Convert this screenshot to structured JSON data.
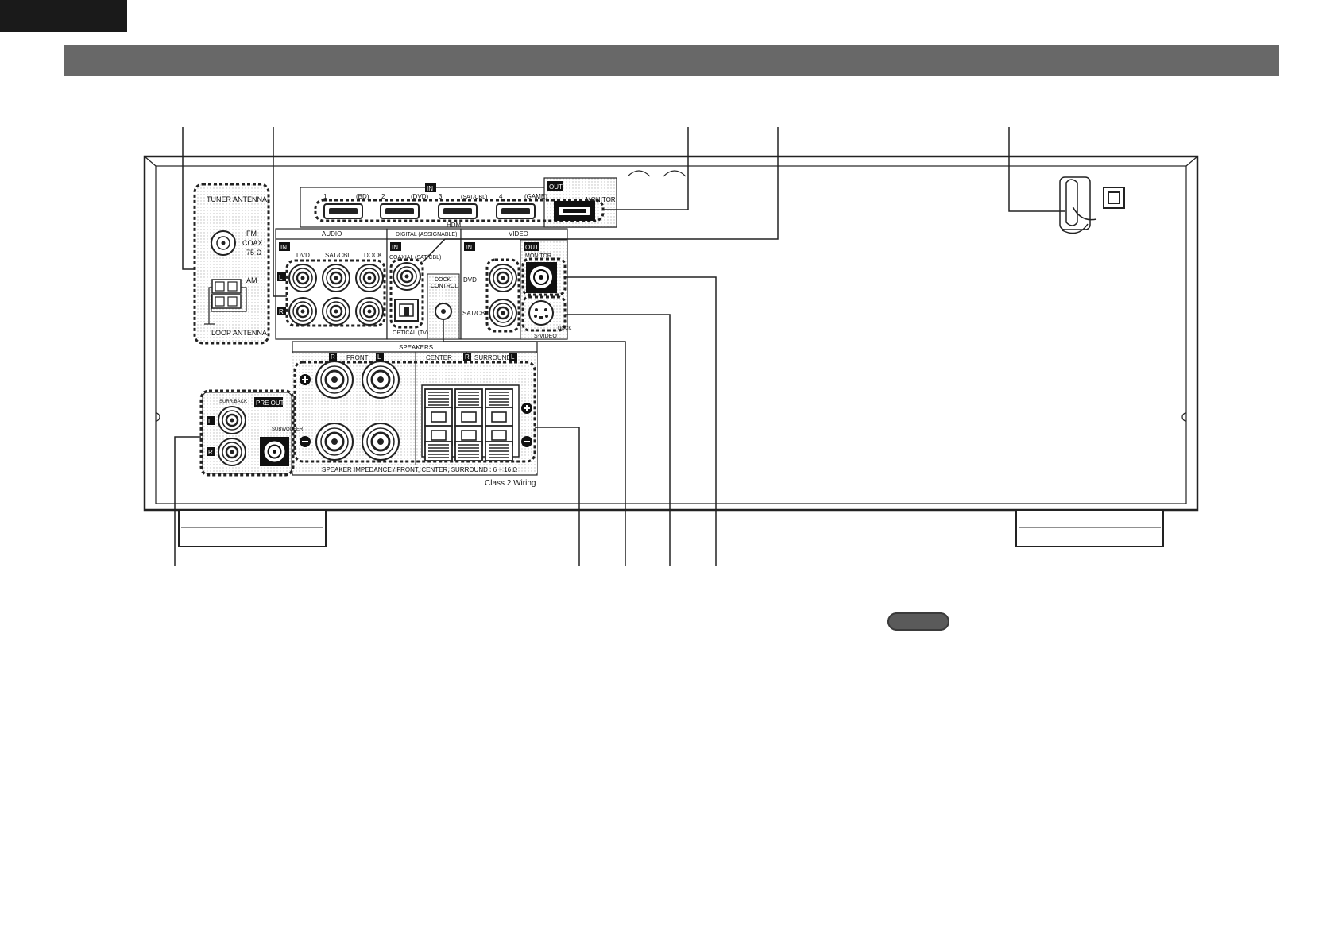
{
  "colors": {
    "header_bar": "#686868",
    "corner_tab": "#1a1a1a",
    "panel_stroke": "#222222",
    "note_pill": "#5a5a5a"
  },
  "labels": {
    "tuner_antenna": "TUNER ANTENNA",
    "fm": "FM",
    "coax": "COAX.",
    "ohm75": "75 Ω",
    "am": "AM",
    "loop_antenna": "LOOP ANTENNA",
    "audio": "AUDIO",
    "in": "IN",
    "out": "OUT",
    "dvd": "DVD",
    "sat_cbl": "SAT/CBL",
    "dock": "DOCK",
    "l": "L",
    "r": "R",
    "digital_assignable": "DIGITAL (ASSIGNABLE)",
    "coaxial_sat_cbl": "COAXIAL (SAT/CBL)",
    "optical_tv": "OPTICAL (TV)",
    "dock_control": "DOCK CONTROL",
    "video": "VIDEO",
    "monitor": "MONITOR",
    "s_video": "S-VIDEO",
    "hdmi": "HDMI",
    "hdmi_1": "1",
    "hdmi_bd": "(BD)",
    "hdmi_2": "2",
    "hdmi_dvd": "(DVD)",
    "hdmi_3": "3",
    "hdmi_satcbl": "(SAT/CBL)",
    "hdmi_4": "4",
    "hdmi_game": "(GAME)",
    "speakers": "SPEAKERS",
    "front": "FRONT",
    "center": "CENTER",
    "surround": "SURROUND",
    "surr_back": "SURR.BACK",
    "pre_out": "PRE OUT",
    "subwoofer": "SUBWOOFER",
    "impedance": "SPEAKER IMPEDANCE / FRONT, CENTER, SURROUND : 6 ~ 16 Ω",
    "class2": "Class 2 Wiring",
    "plus": "+",
    "minus": "−"
  }
}
